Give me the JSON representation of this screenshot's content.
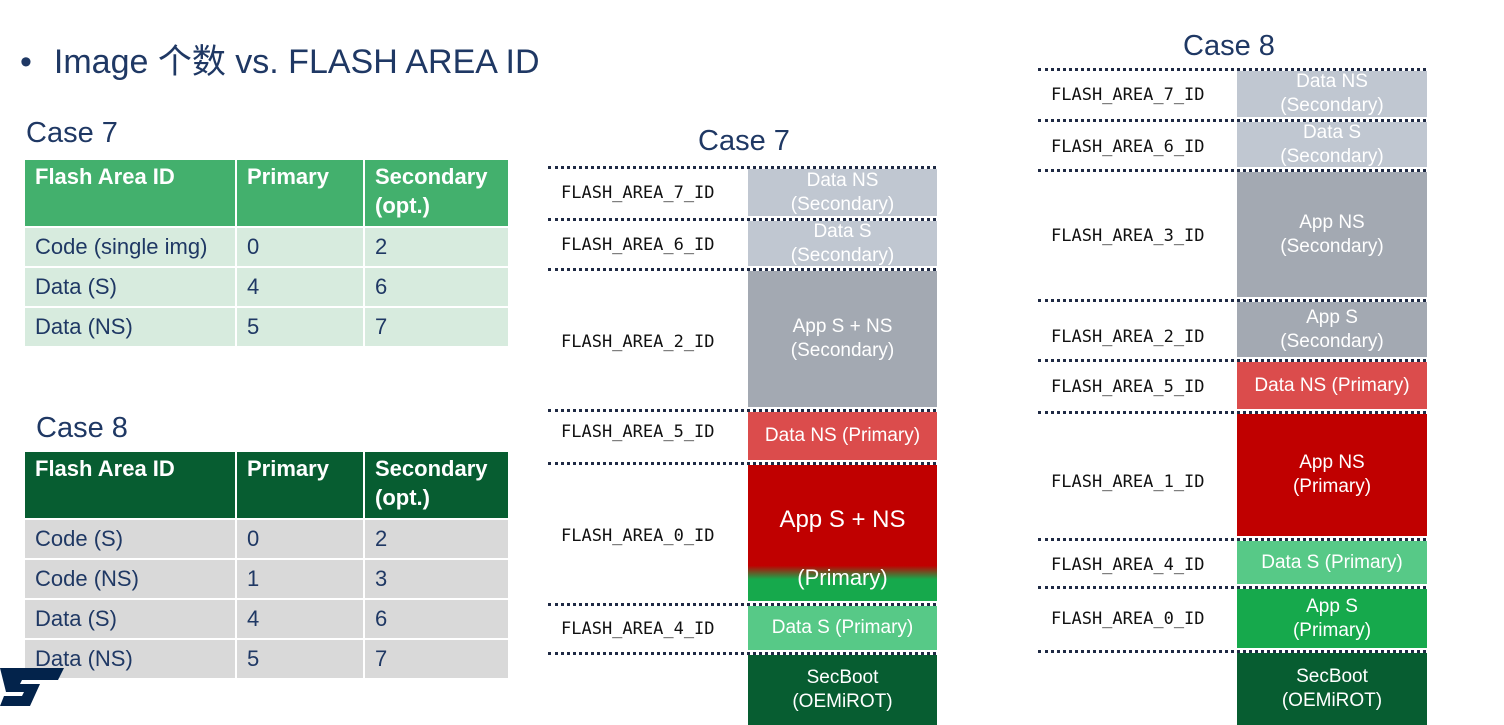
{
  "bullet": {
    "marker": "•",
    "text": "Image 个数 vs. FLASH AREA ID"
  },
  "case7": {
    "title_table": "Case 7",
    "title_layout": "Case 7",
    "table": {
      "headers": [
        "Flash Area ID",
        "Primary",
        "Secondary\n(opt.)"
      ],
      "rows": [
        [
          "Code (single img)",
          "0",
          "2"
        ],
        [
          "Data (S)",
          "4",
          "6"
        ],
        [
          "Data (NS)",
          "5",
          "7"
        ]
      ],
      "header_color": "#43b06d",
      "row_color": "#d7ebde"
    },
    "areas": [
      {
        "id": "FLASH_AREA_7_ID",
        "block": "Data NS\n(Secondary)",
        "color": "#c0c7d1"
      },
      {
        "id": "FLASH_AREA_6_ID",
        "block": "Data S\n(Secondary)",
        "color": "#c0c7d1"
      },
      {
        "id": "FLASH_AREA_2_ID",
        "block": "App S + NS\n(Secondary)",
        "color": "#a3a9b2"
      },
      {
        "id": "FLASH_AREA_5_ID",
        "block": "Data NS (Primary)",
        "color": "#db4c4c"
      },
      {
        "id": "FLASH_AREA_0_ID",
        "block_top": "App S + NS",
        "block_bottom": "(Primary)",
        "colors": [
          "#c00000",
          "#16a94c"
        ]
      },
      {
        "id": "FLASH_AREA_4_ID",
        "block": "Data S (Primary)",
        "color": "#57c987"
      }
    ],
    "secboot": "SecBoot\n(OEMiROT)"
  },
  "case8": {
    "title_table": "Case 8",
    "title_layout": "Case 8",
    "table": {
      "headers": [
        "Flash Area ID",
        "Primary",
        "Secondary\n(opt.)"
      ],
      "rows": [
        [
          "Code (S)",
          "0",
          "2"
        ],
        [
          "Code (NS)",
          "1",
          "3"
        ],
        [
          "Data (S)",
          "4",
          "6"
        ],
        [
          "Data (NS)",
          "5",
          "7"
        ]
      ],
      "header_color": "#075d31",
      "row_color": "#d9d9d9"
    },
    "areas": [
      {
        "id": "FLASH_AREA_7_ID",
        "block": "Data NS\n(Secondary)",
        "color": "#c0c7d1"
      },
      {
        "id": "FLASH_AREA_6_ID",
        "block": "Data S\n(Secondary)",
        "color": "#c0c7d1"
      },
      {
        "id": "FLASH_AREA_3_ID",
        "block": "App NS\n(Secondary)",
        "color": "#a3a9b2"
      },
      {
        "id": "FLASH_AREA_2_ID",
        "block": "App S\n(Secondary)",
        "color": "#a3a9b2"
      },
      {
        "id": "FLASH_AREA_5_ID",
        "block": "Data NS (Primary)",
        "color": "#db4c4c"
      },
      {
        "id": "FLASH_AREA_1_ID",
        "block": "App NS\n(Primary)",
        "color": "#c00000"
      },
      {
        "id": "FLASH_AREA_4_ID",
        "block": "Data S (Primary)",
        "color": "#57c987"
      },
      {
        "id": "FLASH_AREA_0_ID",
        "block": "App S\n(Primary)",
        "color": "#16a94c"
      }
    ],
    "secboot": "SecBoot\n(OEMiROT)"
  },
  "colors": {
    "title_text": "#1f3864",
    "secboot": "#075d31"
  },
  "logo": {
    "icon": "st-logo-icon"
  }
}
